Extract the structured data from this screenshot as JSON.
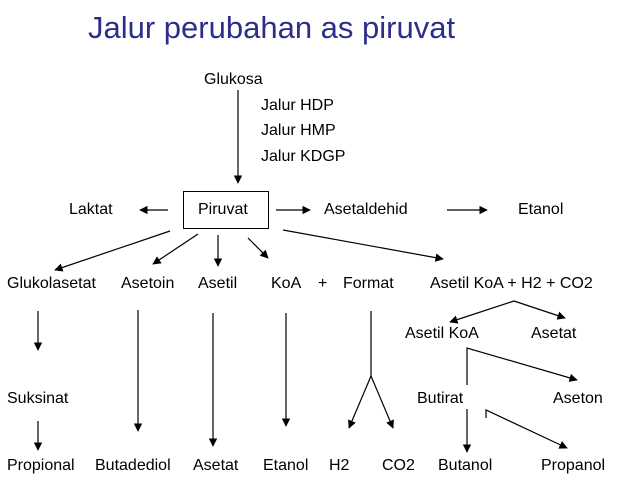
{
  "title": "Jalur perubahan as piruvat",
  "colors": {
    "title": "#2e2e8a",
    "text": "#000000",
    "arrow": "#000000",
    "background": "#ffffff"
  },
  "nodes": {
    "glukosa": "Glukosa",
    "jalur_hdp": "Jalur HDP",
    "jalur_hmp": "Jalur HMP",
    "jalur_kdgp": "Jalur KDGP",
    "laktat": "Laktat",
    "piruvat": "Piruvat",
    "asetaldehid": "Asetaldehid",
    "etanol_top": "Etanol",
    "glukolasetat": "Glukolasetat",
    "asetoin": "Asetoin",
    "asetil": "Asetil",
    "koa": "KoA",
    "plus": "+",
    "format": "Format",
    "asetil_koa_h2_co2": "Asetil KoA + H2 + CO2",
    "asetil_koa": "Asetil KoA",
    "asetat_right": "Asetat",
    "suksinat": "Suksinat",
    "butirat": "Butirat",
    "aseton": "Aseton",
    "propional": "Propional",
    "butadediol": "Butadediol",
    "asetat_bottom": "Asetat",
    "etanol_bottom": "Etanol",
    "h2": "H2",
    "co2": "CO2",
    "butanol": "Butanol",
    "propanol": "Propanol"
  }
}
